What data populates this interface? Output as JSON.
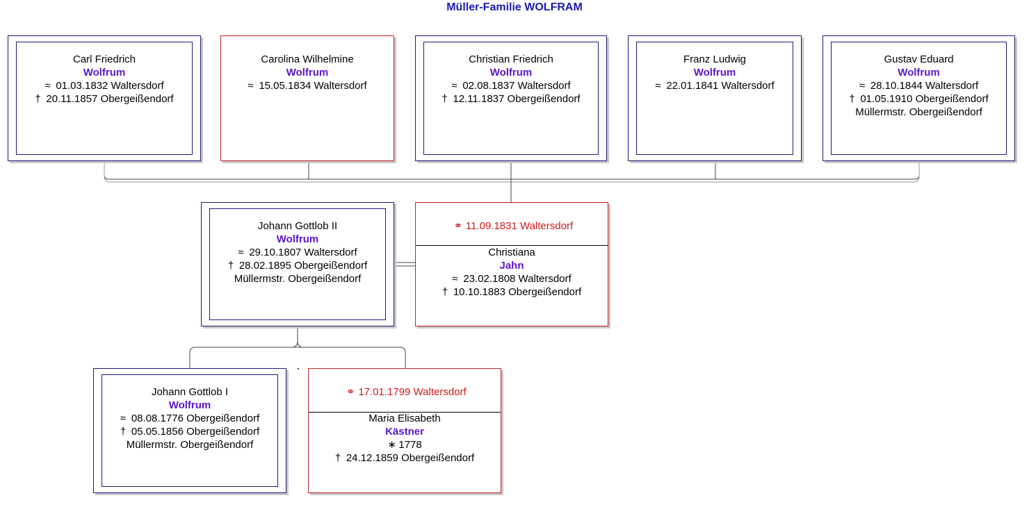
{
  "title": "Müller-Familie WOLFRAM",
  "children": [
    {
      "given": "Carl Friedrich",
      "surname": "Wolfrum",
      "lines": [
        {
          "sym": "≈",
          "text": "01.03.1832 Waltersdorf"
        },
        {
          "sym": "†",
          "text": "20.11.1857 Obergeißendorf"
        }
      ]
    },
    {
      "given": "Carolina Wilhelmine",
      "surname": "Wolfrum",
      "lines": [
        {
          "sym": "≈",
          "text": "15.05.1834 Waltersdorf"
        }
      ]
    },
    {
      "given": "Christian Friedrich",
      "surname": "Wolfrum",
      "lines": [
        {
          "sym": "≈",
          "text": "02.08.1837 Waltersdorf"
        },
        {
          "sym": "†",
          "text": "12.11.1837 Obergeißendorf"
        }
      ]
    },
    {
      "given": "Franz Ludwig",
      "surname": "Wolfrum",
      "lines": [
        {
          "sym": "≈",
          "text": "22.01.1841 Waltersdorf"
        }
      ]
    },
    {
      "given": "Gustav Eduard",
      "surname": "Wolfrum",
      "lines": [
        {
          "sym": "≈",
          "text": "28.10.1844 Waltersdorf"
        },
        {
          "sym": "†",
          "text": "01.05.1910 Obergeißendorf"
        }
      ],
      "occupation": "Müllermstr. Obergeißendorf"
    }
  ],
  "father": {
    "given": "Johann Gottlob II",
    "surname": "Wolfrum",
    "lines": [
      {
        "sym": "≈",
        "text": "29.10.1807 Waltersdorf"
      },
      {
        "sym": "†",
        "text": "28.02.1895 Obergeißendorf"
      }
    ],
    "occupation": "Müllermstr. Obergeißendorf"
  },
  "mother": {
    "marriage": "11.09.1831 Waltersdorf",
    "given": "Christiana",
    "surname": "Jahn",
    "lines": [
      {
        "sym": "≈",
        "text": "23.02.1808 Waltersdorf"
      },
      {
        "sym": "†",
        "text": "10.10.1883 Obergeißendorf"
      }
    ]
  },
  "grandfather": {
    "given": "Johann Gottlob I",
    "surname": "Wolfrum",
    "lines": [
      {
        "sym": "≈",
        "text": "08.08.1776 Obergeißendorf"
      },
      {
        "sym": "†",
        "text": "05.05.1856 Obergeißendorf"
      }
    ],
    "occupation": "Müllermstr. Obergeißendorf"
  },
  "grandmother": {
    "marriage": "17.01.1799 Waltersdorf",
    "given": "Maria Elisabeth",
    "surname": "Kästner",
    "lines": [
      {
        "sym": "∗",
        "text": "1778"
      },
      {
        "sym": "†",
        "text": "24.12.1859 Obergeißendorf"
      }
    ]
  },
  "colors": {
    "male_border": "#1a1a7a",
    "female_border": "#c02020",
    "surname": "#5b16c8",
    "marriage": "#d01818",
    "title": "#1a1ab0"
  }
}
